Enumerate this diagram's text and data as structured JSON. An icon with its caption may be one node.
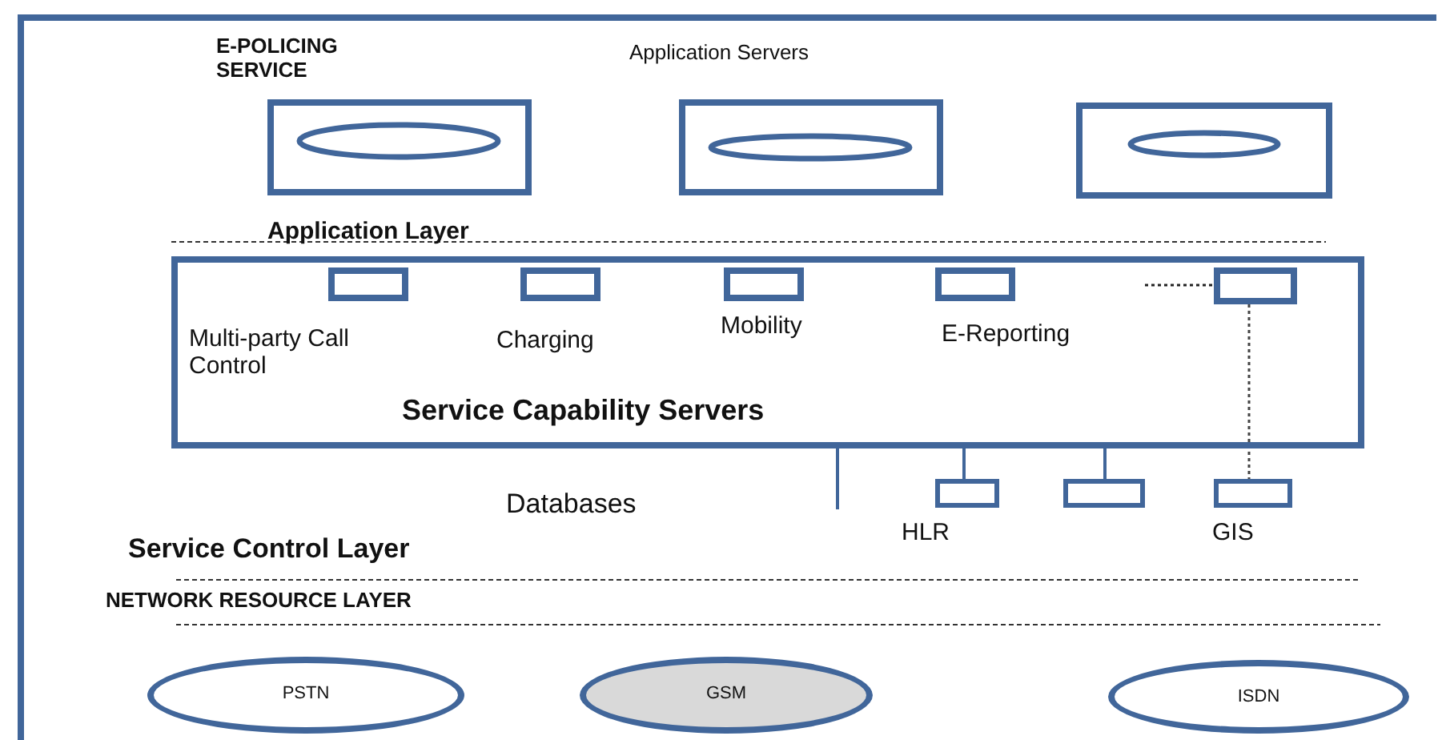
{
  "diagram": {
    "nodes": [
      {
        "text": [],
        "shape": "box",
        "beside": [
          "E-POLICING SERVICE"
        ]
      },
      {
        "text": [],
        "shape": "box"
      },
      {
        "text": [],
        "shape": "box"
      },
      {
        "text": [
          "Service Capability Servers"
        ]
      },
      {
        "text": [],
        "shape": "box",
        "in": 3,
        "beside": [
          "Multi-party Call Control"
        ]
      },
      {
        "text": [],
        "shape": "box",
        "in": 3,
        "beside": [
          "Charging"
        ]
      },
      {
        "text": [],
        "shape": "box",
        "in": 3,
        "beside": [
          "Mobility"
        ]
      },
      {
        "text": [],
        "shape": "box",
        "in": 3,
        "beside": [
          "E-Reporting"
        ]
      },
      {
        "text": [],
        "shape": "box",
        "in": 3
      },
      {
        "text": [],
        "shape": "box",
        "beside": [
          "HLR"
        ]
      },
      {
        "text": [],
        "shape": "box"
      },
      {
        "text": [],
        "shape": "box",
        "beside": [
          "GIS"
        ]
      },
      {
        "text": [
          "PSTN"
        ]
      },
      {
        "text": [
          "GSM"
        ]
      },
      {
        "text": [
          "ISDN"
        ]
      }
    ],
    "edges": [
      {
        "from": 3,
        "to": 9,
        "arrow": "none"
      },
      {
        "from": 3,
        "to": 10,
        "arrow": "none"
      },
      {
        "from": 8,
        "to": 11,
        "arrow": "none",
        "style": "dashed",
        "color": "#444444"
      },
      {
        "from": null,
        "to": 8,
        "arrow": "none",
        "style": "dashed",
        "color": "#222222"
      },
      {
        "from": 3,
        "to": null,
        "arrow": "none"
      }
    ],
    "labels": [
      "Application Servers",
      "Application Layer",
      "Databases",
      "Service Control Layer",
      "NETWORK RESOURCE LAYER"
    ]
  }
}
